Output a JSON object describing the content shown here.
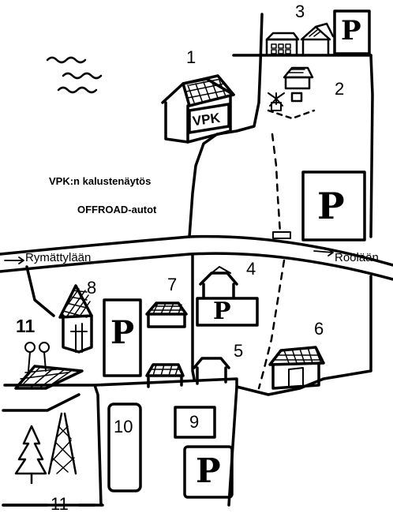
{
  "map": {
    "buildings": {
      "vpk_sign": "VPK"
    },
    "area_numbers": {
      "n1": "1",
      "n2": "2",
      "n3": "3",
      "n4": "4",
      "n5": "5",
      "n6": "6",
      "n7": "7",
      "n8": "8",
      "n9": "9",
      "n10": "10",
      "n11_left": "11",
      "n11_bottom": "11"
    },
    "notes": {
      "vpk_display": "VPK:n kalustenäytös",
      "offroad": "OFFROAD-autot"
    },
    "roads": {
      "left": "Rymättylään",
      "right": "Röölään"
    },
    "parking_symbol": "P",
    "icons": [
      "water-waves-icon",
      "windmill-icon",
      "spruce-tree-icon",
      "tower-icon",
      "people-icon"
    ],
    "colors": {
      "ink": "#000000",
      "background": "#ffffff"
    }
  }
}
